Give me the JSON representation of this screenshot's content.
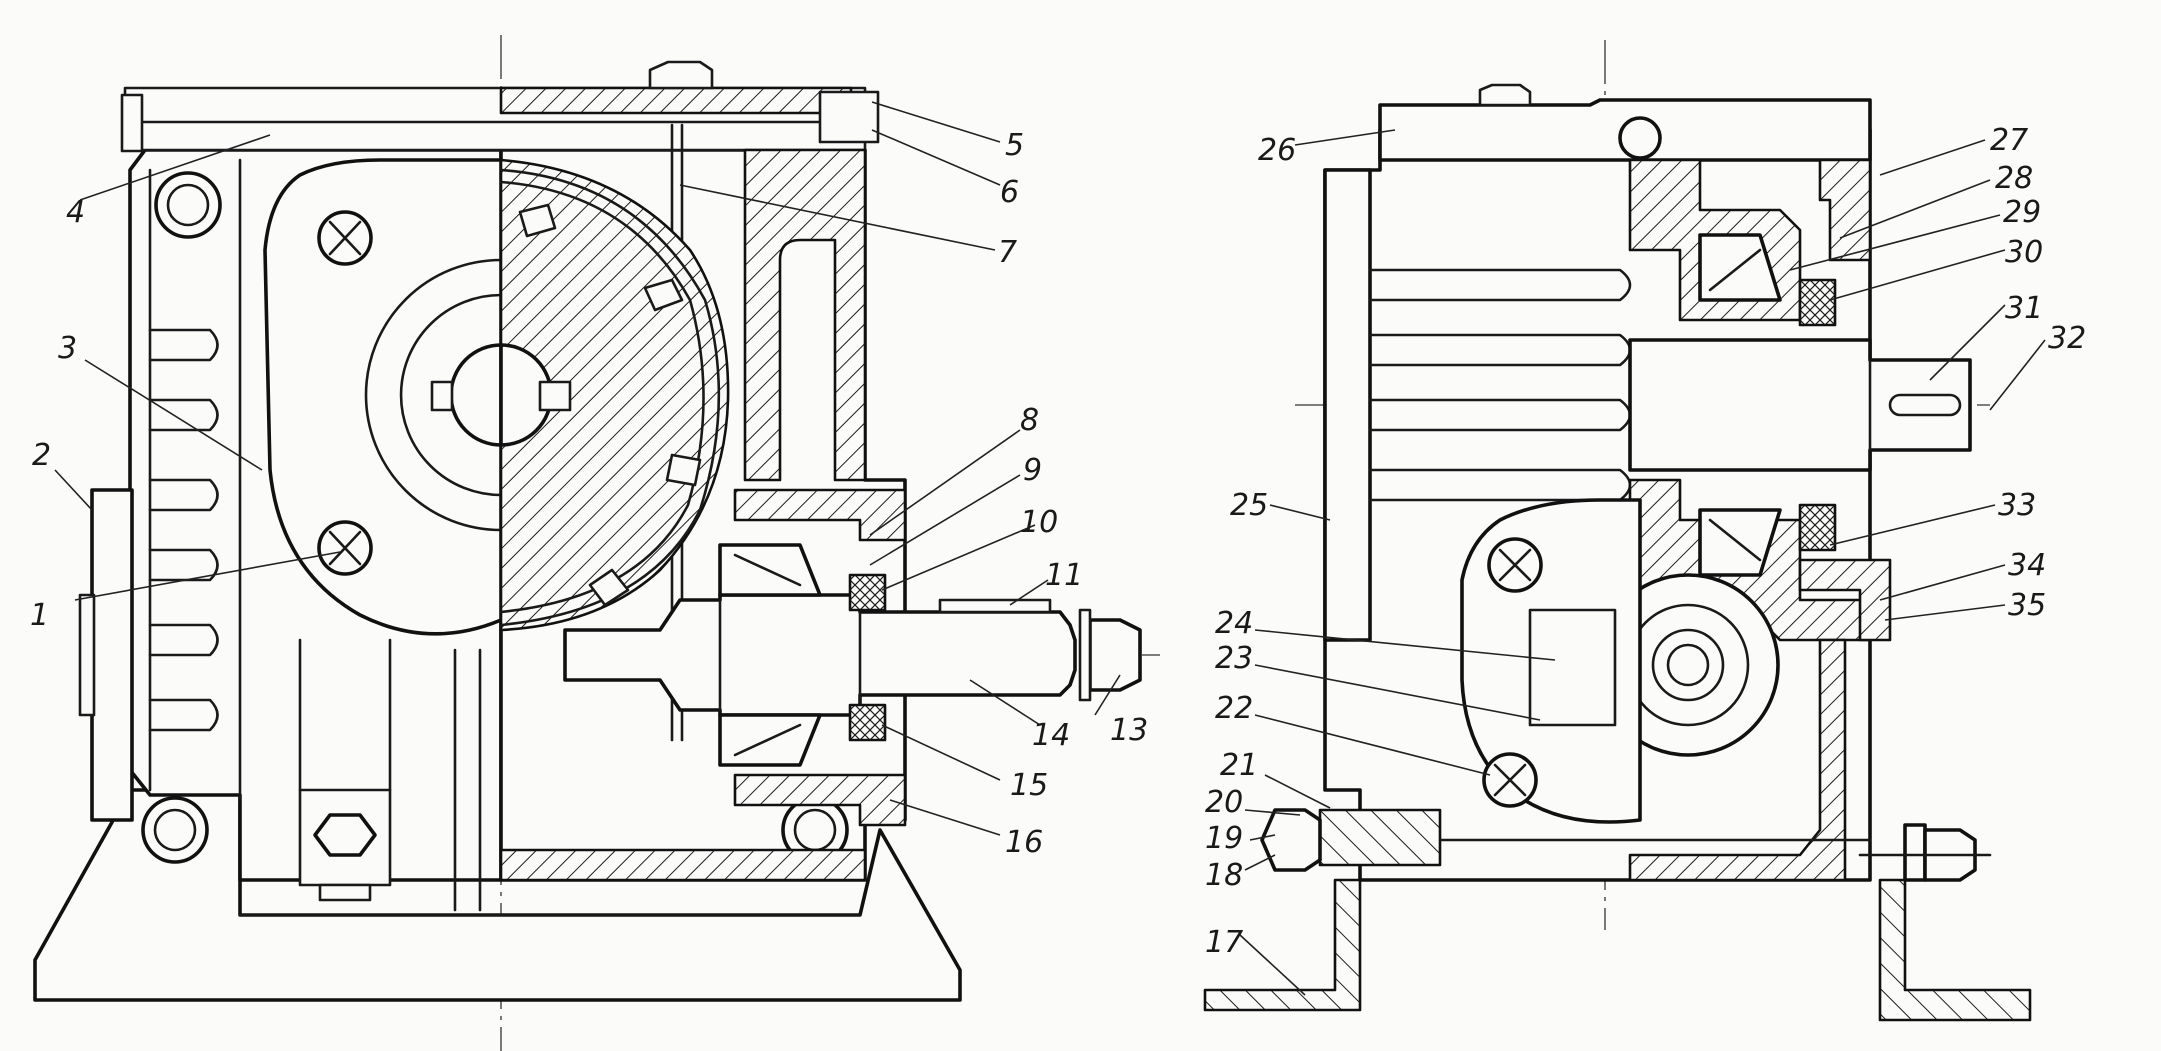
{
  "figure": {
    "type": "technical-drawing",
    "subject": "worm gear reducer, front view with half-section and side section",
    "callouts": [
      "1",
      "2",
      "3",
      "4",
      "5",
      "6",
      "7",
      "8",
      "9",
      "10",
      "11",
      "13",
      "14",
      "15",
      "16",
      "17",
      "18",
      "19",
      "20",
      "21",
      "22",
      "23",
      "24",
      "25",
      "26",
      "27",
      "28",
      "29",
      "30",
      "31",
      "32",
      "33",
      "34",
      "35"
    ]
  }
}
